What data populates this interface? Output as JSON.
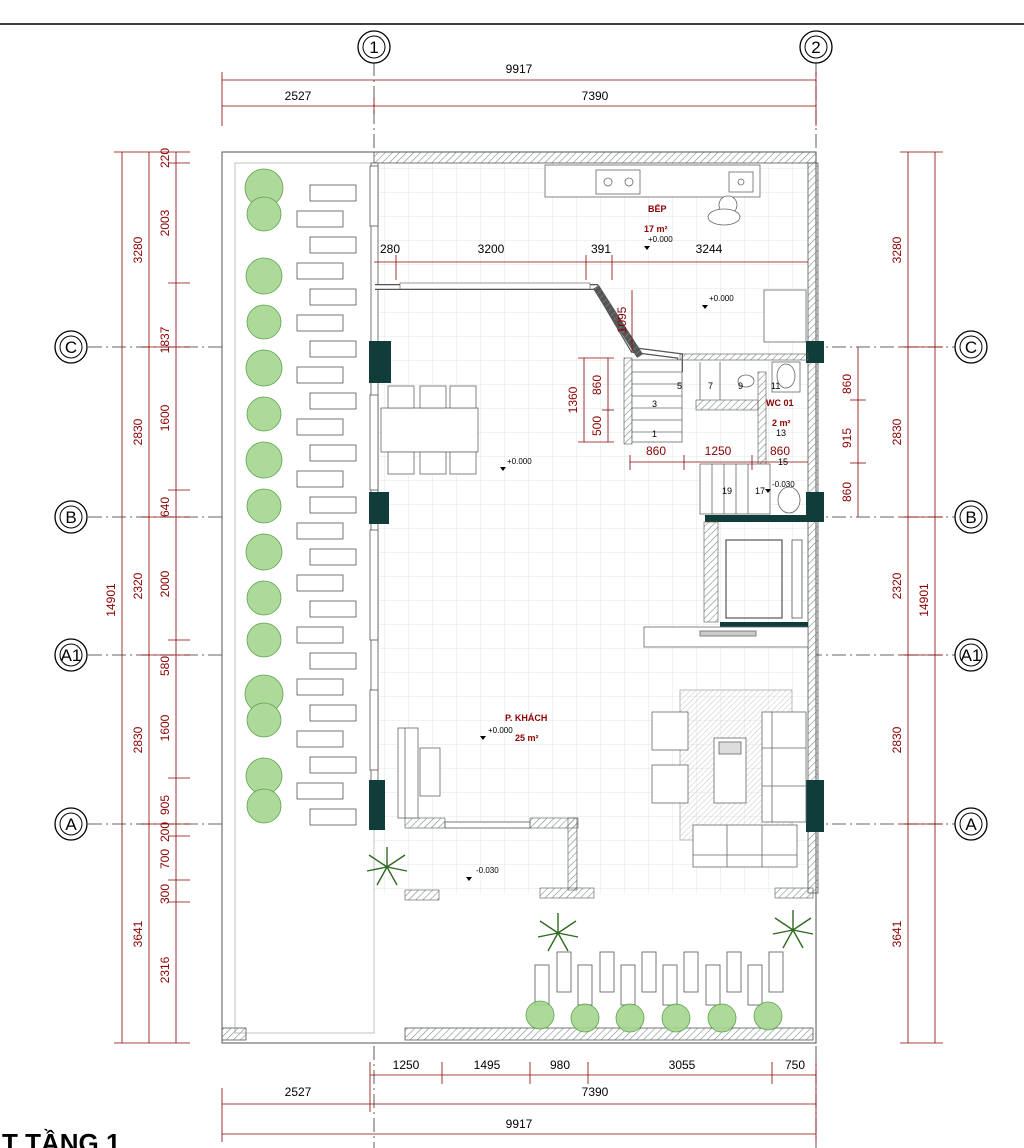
{
  "title": "T TẦNG 1",
  "grid_axes": {
    "columns": [
      "1",
      "2"
    ],
    "rows": [
      "C",
      "B",
      "A1",
      "A"
    ]
  },
  "dimensions": {
    "top_total": "9917",
    "top_left": "2527",
    "top_right": "7390",
    "bottom_total": "9917",
    "bottom_left": "2527",
    "bottom_right": "7390",
    "bottom_chain": [
      "1250",
      "1495",
      "980",
      "3055",
      "750"
    ],
    "left_total": "14901",
    "left_outer": [
      "3280",
      "2830",
      "2320",
      "2830",
      "3641"
    ],
    "left_inner": [
      "220",
      "2003",
      "1837",
      "1600",
      "640",
      "2000",
      "580",
      "1600",
      "905",
      "200",
      "700",
      "300",
      "2316"
    ],
    "right_total": "14901",
    "right_outer": [
      "3280",
      "2830",
      "2320",
      "2830",
      "3641"
    ],
    "right_inner": [
      "860",
      "915",
      "860"
    ],
    "interior_kitchen": [
      "280",
      "3200",
      "391",
      "3244"
    ],
    "interior_kitchen_v": "1095",
    "stair_h": [
      "860",
      "1250",
      "860"
    ],
    "stair_v": [
      "1360",
      "860",
      "500"
    ]
  },
  "rooms": {
    "kitchen_name": "BẾP",
    "kitchen_area": "17 m²",
    "wc_name": "WC 01",
    "wc_area": "2 m²",
    "living_name": "P. KHÁCH",
    "living_area": "25 m²"
  },
  "levels": {
    "kitchen": "+0.000",
    "hall": "+0.000",
    "dining": "+0.000",
    "living": "+0.000",
    "porch": "-0.030",
    "wc": "-0.030"
  },
  "stair_steps": [
    "1",
    "3",
    "5",
    "7",
    "9",
    "11",
    "13",
    "15",
    "17",
    "19"
  ],
  "colors": {
    "dimension_red": "#8b0000",
    "wall_dark": "#103d3a",
    "hatch": "#9aa7a6",
    "plant_green": "#4c9a35",
    "grid_line": "#dde8e8"
  }
}
